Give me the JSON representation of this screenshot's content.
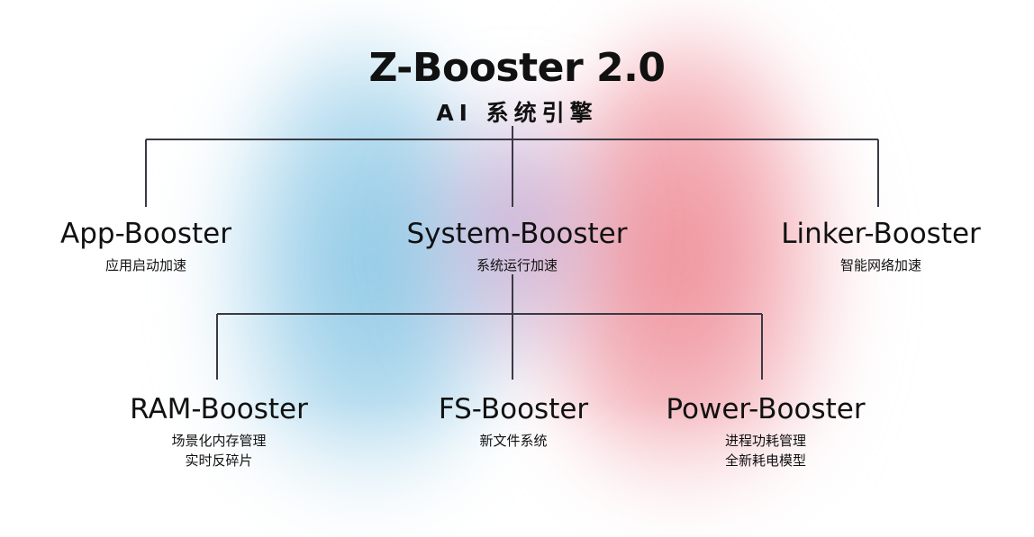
{
  "colors": {
    "blue_glow": "#8fc8e6",
    "red_glow": "#ef8d98",
    "purple_blend": "#b99ccb",
    "line": "#3a3a44",
    "text": "#111111"
  },
  "header": {
    "title": "Z-Booster 2.0",
    "subtitle": "AI 系统引擎"
  },
  "level1": [
    {
      "name": "App-Booster",
      "desc": [
        "应用启动加速"
      ]
    },
    {
      "name": "System-Booster",
      "desc": [
        "系统运行加速"
      ]
    },
    {
      "name": "Linker-Booster",
      "desc": [
        "智能网络加速"
      ]
    }
  ],
  "level2": [
    {
      "name": "RAM-Booster",
      "desc": [
        "场景化内存管理",
        "实时反碎片"
      ]
    },
    {
      "name": "FS-Booster",
      "desc": [
        "新文件系统"
      ]
    },
    {
      "name": "Power-Booster",
      "desc": [
        "进程功耗管理",
        "全新耗电模型"
      ]
    }
  ],
  "connections": [
    {
      "from": "Z-Booster 2.0",
      "to": "App-Booster"
    },
    {
      "from": "Z-Booster 2.0",
      "to": "System-Booster"
    },
    {
      "from": "Z-Booster 2.0",
      "to": "Linker-Booster"
    },
    {
      "from": "System-Booster",
      "to": "RAM-Booster"
    },
    {
      "from": "System-Booster",
      "to": "FS-Booster"
    },
    {
      "from": "System-Booster",
      "to": "Power-Booster"
    }
  ]
}
